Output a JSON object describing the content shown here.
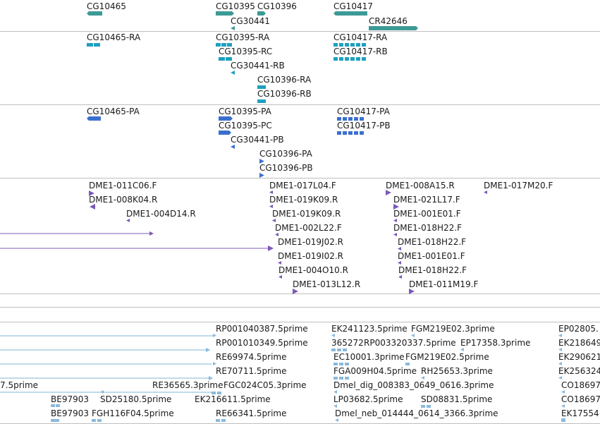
{
  "colors": {
    "gene": "#3d9a96",
    "transcript": "#1fa0c0",
    "protein": "#3b6fcf",
    "probe": "#7b58b8",
    "est": "#8ab9dd",
    "separator": "#bfbfbf",
    "est_line": "#7fb4d6",
    "text": "#1a1a1a"
  },
  "tracks": {
    "genes": [
      "CG10465",
      "CG10395",
      "CG10396",
      "CG10417",
      "CG30441",
      "CR42646"
    ],
    "transcripts": [
      "CG10465-RA",
      "CG10395-RA",
      "CG10395-RC",
      "CG30441-RB",
      "CG10396-RA",
      "CG10396-RB",
      "CG10417-RA",
      "CG10417-RB"
    ],
    "proteins": [
      "CG10465-PA",
      "CG10395-PA",
      "CG10395-PC",
      "CG30441-PB",
      "CG10396-PA",
      "CG10396-PB",
      "CG10417-PA",
      "CG10417-PB"
    ],
    "probes": [
      "DME1-011C06.F",
      "DME1-008K04.R",
      "DME1-004D14.R",
      "DME1-017L04.F",
      "DME1-019K09.R",
      "DME1-019K09.R",
      "DME1-002L22.F",
      "DME1-019J02.R",
      "DME1-019I02.R",
      "DME1-004O10.R",
      "DME1-013L12.R",
      "DME1-008A15.R",
      "DME1-021L17.F",
      "DME1-001E01.F",
      "DME1-018H22.F",
      "DME1-018H22.F",
      "DME1-001E01.F",
      "DME1-018H22.F",
      "DME1-011M19.F",
      "DME1-017M20.F"
    ],
    "ests": [
      "RP001040387.5prime",
      "RP001010349.5prime",
      "RE69974.5prime",
      "RE70711.5prime",
      "7.5prime",
      "RE36565.3prime",
      "FGC024C05.3prime",
      "BE97903",
      "SD25180.5prime",
      "EK216611.5prime",
      "BE97903",
      "FGH116F04.5prime",
      "RE66341.5prime",
      "EK241123.5prime",
      "FGM219E02.3prime",
      "365272",
      "RP003320337.5prime",
      "EP17358.3prime",
      "EC10001.3prime",
      "FGM219E02.5prime",
      "FGA009H04.5prime",
      "RH25653.3prime",
      "Dmel_dig_008383_0649_0616.3prime",
      "LP03682.5prime",
      "SD08831.5prime",
      "Dmel_neb_014444_0614_3366.3prime",
      "EP02805.",
      "EK218649",
      "EK290621",
      "EK256324",
      "CO18697",
      "CO18697",
      "EK17554"
    ]
  }
}
